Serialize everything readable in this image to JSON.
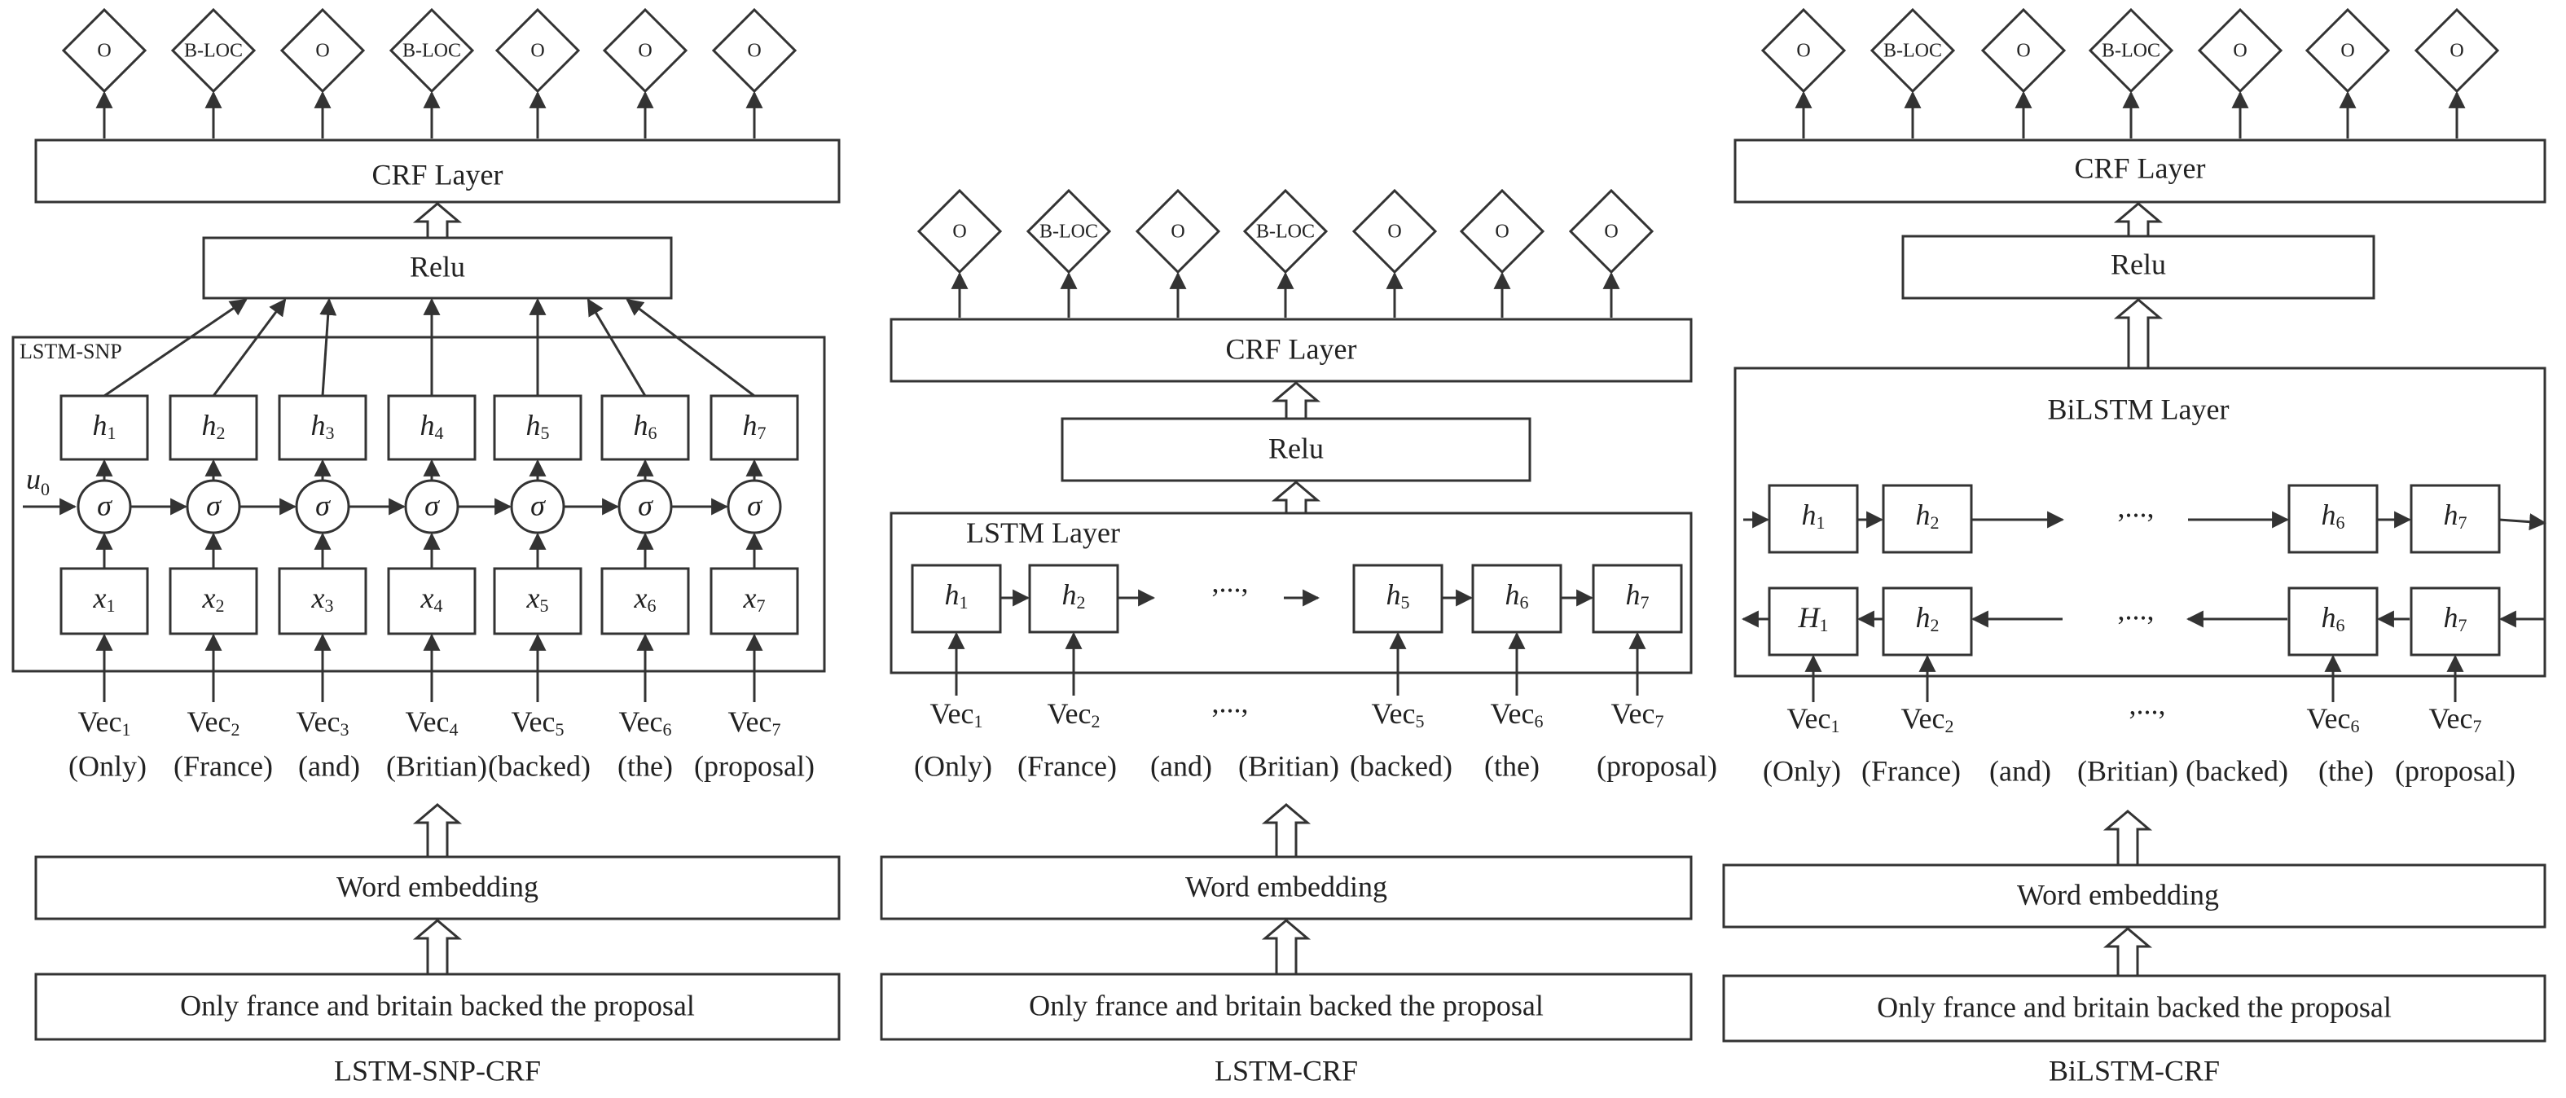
{
  "labels": [
    "O",
    "B-LOC",
    "O",
    "B-LOC",
    "O",
    "O",
    "O"
  ],
  "vec_prefix": "Vec",
  "words": [
    "(Only)",
    "(France)",
    "(and)",
    "(Britian)",
    "(backed)",
    "(the)",
    "(proposal)"
  ],
  "sentence": "Only france and britain backed the proposal",
  "word_embedding": "Word embedding",
  "crf_layer": "CRF Layer",
  "relu": "Relu",
  "ellipsis": ",...,",
  "panels": {
    "lstm_snp_crf": {
      "caption": "LSTM-SNP-CRF",
      "frame_label": "LSTM-SNP",
      "initial_state": "u",
      "initial_state_sub": "0",
      "sigma": "σ",
      "hidden_var": "h",
      "input_var": "x",
      "indices": [
        "1",
        "2",
        "3",
        "4",
        "5",
        "6",
        "7"
      ]
    },
    "lstm_crf": {
      "caption": "LSTM-CRF",
      "layer_title": "LSTM  Layer",
      "hidden_var": "h",
      "hidden_indices": [
        "1",
        "2",
        "5",
        "6",
        "7"
      ],
      "vec_indices": [
        "1",
        "2",
        "5",
        "6",
        "7"
      ]
    },
    "bilstm_crf": {
      "caption": "BiLSTM-CRF",
      "layer_title": "BiLSTM  Layer",
      "forward_vars": [
        "h",
        "h",
        "h",
        "h"
      ],
      "forward_indices": [
        "1",
        "2",
        "6",
        "7"
      ],
      "backward_vars": [
        "H",
        "h",
        "h",
        "h"
      ],
      "backward_indices": [
        "1",
        "2",
        "6",
        "7"
      ],
      "vec_indices": [
        "1",
        "2",
        "6",
        "7"
      ]
    }
  }
}
